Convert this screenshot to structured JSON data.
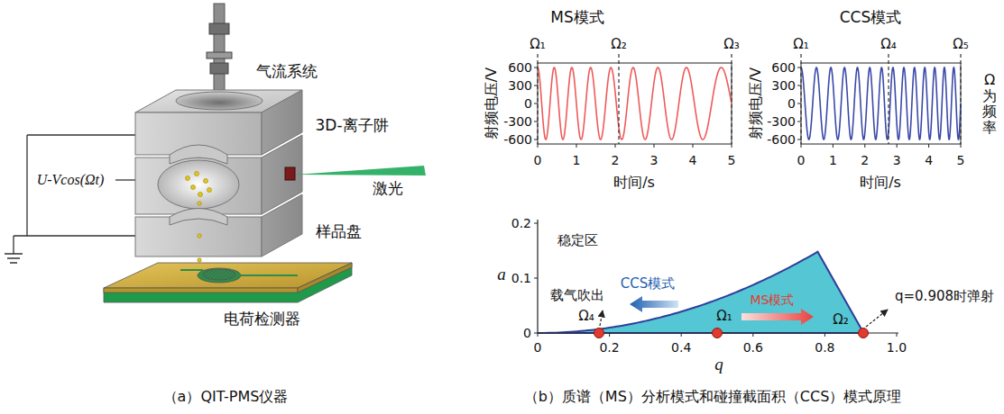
{
  "diagram": {
    "labels": [
      "气流系统",
      "3D-离子阱",
      "激光",
      "样品盘",
      "电荷检测器",
      "U-Vcos(Ωt)",
      "MS模式",
      "CCS模式",
      "射频电压/V",
      "时间/s",
      "600",
      "300",
      "0",
      "-300",
      "-600",
      "0",
      "1",
      "2",
      "3",
      "4",
      "5",
      "Ω₁",
      "Ω₂",
      "Ω₃",
      "射频电压/V",
      "600",
      "300",
      "0",
      "-300",
      "-600",
      "0",
      "1",
      "2",
      "3",
      "4",
      "5",
      "时间/s",
      "Ω₁",
      "Ω₄",
      "Ω₅",
      "Ω为频率",
      "稳定区",
      "a",
      "q",
      "0.2",
      "0.1",
      "0",
      "0",
      "0.2",
      "0.4",
      "0.6",
      "0.8",
      "1.0",
      "CCS模式",
      "MS模式",
      "载气吹出",
      "Ω₄",
      "Ω₁",
      "Ω₂",
      "q=0.908时弹射",
      "（a）QIT-PMS仪器",
      "（b）质谱（MS）分析模式和碰撞截面积（CCS）模式原理"
    ]
  }
}
